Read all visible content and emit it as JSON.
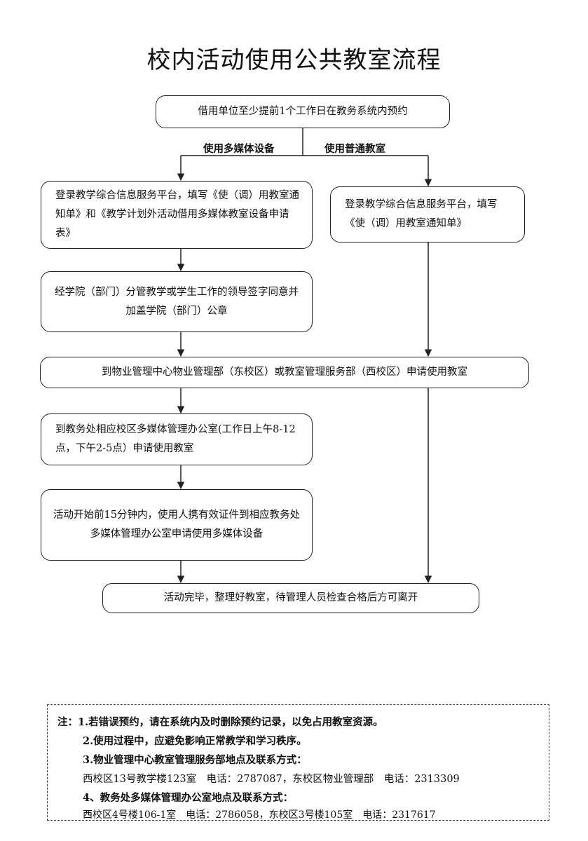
{
  "title": "校内活动使用公共教室流程",
  "flow": {
    "start": "借用单位至少提前1个工作日在教务系统内预约",
    "branch_multimedia_label": "使用多媒体设备",
    "branch_regular_label": "使用普通教室",
    "multimedia_register": "登录教学综合信息服务平台，填写《使（调）用教室通知单》和《教学计划外活动借用多媒体教室设备申请表》",
    "regular_register": "登录教学综合信息服务平台，填写《使（调）用教室通知单》",
    "approval": "经学院（部门）分管教学或学生工作的领导签字同意并加盖学院（部门）公章",
    "property_apply": "到物业管理中心物业管理部（东校区）或教室管理服务部（西校区）申请使用教室",
    "media_office_apply": "到教务处相应校区多媒体管理办公室(工作日上午8-12点，下午2-5点）申请使用教室",
    "before_activity": "活动开始前15分钟内，使用人携有效证件到相应教务处多媒体管理办公室申请使用多媒体设备",
    "end": "活动完毕，整理好教室，待管理人员检查合格后方可离开"
  },
  "notes": {
    "line1": "注：1.若错误预约，请在系统内及时删除预约记录，以免占用教室资源。",
    "line2": "2.使用过程中，应避免影响正常教学和学习秩序。",
    "line3": "3.物业管理中心教室管理服务部地点及联系方式：",
    "line4": "西校区13号教学楼123室　电话：2787087，东校区物业管理部　电话：2313309",
    "line5": "4、教务处多媒体管理办公室地点及联系方式：",
    "line6": "西校区4号楼106-1室　电话：2786058，东校区3号楼105室　电话：2317617"
  }
}
